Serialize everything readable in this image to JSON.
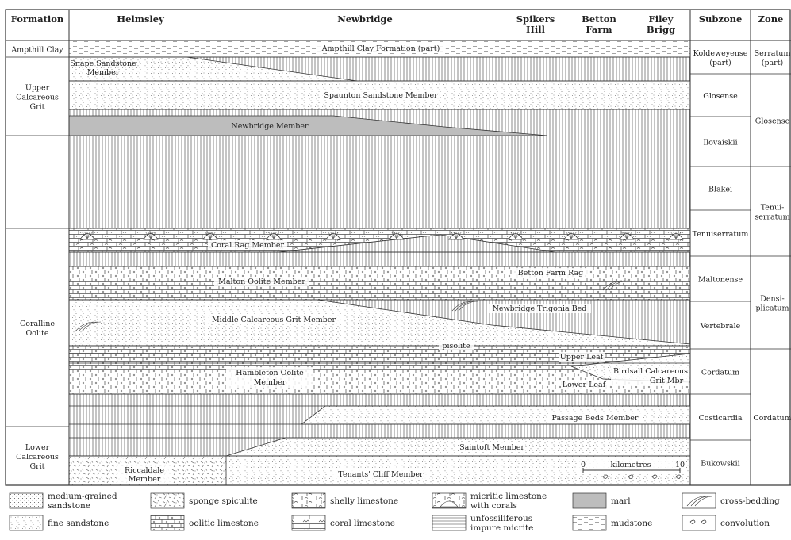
{
  "headers": {
    "formation": "Formation",
    "localities": [
      {
        "id": "helmsley",
        "lines": [
          "Helmsley"
        ]
      },
      {
        "id": "newbridge",
        "lines": [
          "Newbridge"
        ]
      },
      {
        "id": "spikers-hill",
        "lines": [
          "Spikers",
          "Hill"
        ]
      },
      {
        "id": "betton-farm",
        "lines": [
          "Betton",
          "Farm"
        ]
      },
      {
        "id": "filey-brigg",
        "lines": [
          "Filey",
          "Brigg"
        ]
      }
    ],
    "subzone": "Subzone",
    "zone": "Zone"
  },
  "formations": [
    {
      "id": "ampthill-clay",
      "lines": [
        "Ampthill Clay"
      ]
    },
    {
      "id": "upper-calcareous-grit",
      "lines": [
        "Upper",
        "Calcareous",
        "Grit"
      ]
    },
    {
      "id": "coralline-oolite",
      "lines": [
        "Coralline",
        "Oolite"
      ]
    },
    {
      "id": "lower-calcareous-grit",
      "lines": [
        "Lower",
        "Calcareous",
        "Grit"
      ]
    }
  ],
  "subzones": [
    {
      "id": "koldeweyense",
      "lines": [
        "Koldeweyense",
        "(part)"
      ]
    },
    {
      "id": "glosense",
      "lines": [
        "Glosense"
      ]
    },
    {
      "id": "ilovaiskii",
      "lines": [
        "Ilovaiskii"
      ]
    },
    {
      "id": "blakei",
      "lines": [
        "Blakei"
      ]
    },
    {
      "id": "tenuiserratum",
      "lines": [
        "Tenuiserratum"
      ]
    },
    {
      "id": "maltonense",
      "lines": [
        "Maltonense"
      ]
    },
    {
      "id": "vertebrale",
      "lines": [
        "Vertebrale"
      ]
    },
    {
      "id": "cordatum",
      "lines": [
        "Cordatum"
      ]
    },
    {
      "id": "costicardia",
      "lines": [
        "Costicardia"
      ]
    },
    {
      "id": "bukowskii",
      "lines": [
        "Bukowskii"
      ]
    }
  ],
  "zones": [
    {
      "id": "serratum",
      "lines": [
        "Serratum",
        "(part)"
      ]
    },
    {
      "id": "glosense",
      "lines": [
        "Glosense"
      ]
    },
    {
      "id": "tenuiserratum",
      "lines": [
        "Tenui-",
        "serratum"
      ]
    },
    {
      "id": "densiplicatum",
      "lines": [
        "Densi-",
        "plicatum"
      ]
    },
    {
      "id": "cordatum",
      "lines": [
        "Cordatum"
      ]
    }
  ],
  "units": {
    "ampthill_clay_formation": "Ampthill Clay Formation (part)",
    "snape_sandstone": [
      "Snape Sandstone",
      "Member"
    ],
    "spaunton_sandstone": "Spaunton Sandstone Member",
    "newbridge_member": "Newbridge Member",
    "coral_rag": "Coral Rag Member",
    "malton_oolite": "Malton Oolite Member",
    "betton_farm_rag": "Betton Farm Rag",
    "newbridge_trigonia": "Newbridge Trigonia Bed",
    "middle_calcareous_grit": "Middle Calcareous Grit Member",
    "pisolite": "pisolite",
    "hambleton_oolite": [
      "Hambleton Oolite",
      "Member"
    ],
    "upper_leaf": "Upper Leaf",
    "lower_leaf": "Lower Leaf",
    "birdsall": [
      "Birdsall Calcareous",
      "Grit Mbr"
    ],
    "passage_beds": "Passage Beds Member",
    "saintoft": "Saintoft Member",
    "riccaldale": [
      "Riccaldale",
      "Member"
    ],
    "tenants_cliff": "Tenants' Cliff Member"
  },
  "scale": {
    "zero": "0",
    "label": "kilometres",
    "max": "10"
  },
  "legend": [
    {
      "id": "medium-grained-sandstone",
      "lines": [
        "medium-grained",
        "sandstone"
      ],
      "pattern": "medsand"
    },
    {
      "id": "sponge-spiculite",
      "lines": [
        "sponge spiculite"
      ],
      "pattern": "sponge"
    },
    {
      "id": "shelly-limestone",
      "lines": [
        "shelly limestone"
      ],
      "pattern": "shelly"
    },
    {
      "id": "micritic-limestone-corals",
      "lines": [
        "micritic limestone",
        "with corals"
      ],
      "pattern": "micritic"
    },
    {
      "id": "marl",
      "lines": [
        "marl"
      ],
      "pattern": "marl"
    },
    {
      "id": "cross-bedding",
      "lines": [
        "cross-bedding"
      ],
      "pattern": "cross"
    },
    {
      "id": "fine-sandstone",
      "lines": [
        "fine sandstone"
      ],
      "pattern": "finesand"
    },
    {
      "id": "oolitic-limestone",
      "lines": [
        "oolitic limestone"
      ],
      "pattern": "oolitic"
    },
    {
      "id": "coral-limestone",
      "lines": [
        "coral limestone"
      ],
      "pattern": "coral"
    },
    {
      "id": "unfossiliferous-micrite",
      "lines": [
        "unfossiliferous",
        "impure micrite"
      ],
      "pattern": "micrite"
    },
    {
      "id": "mudstone",
      "lines": [
        "mudstone"
      ],
      "pattern": "mud"
    },
    {
      "id": "convolution",
      "lines": [
        "convolution"
      ],
      "pattern": "convol"
    }
  ],
  "colors": {
    "marl": "#bdbdbd",
    "line": "#333333"
  }
}
